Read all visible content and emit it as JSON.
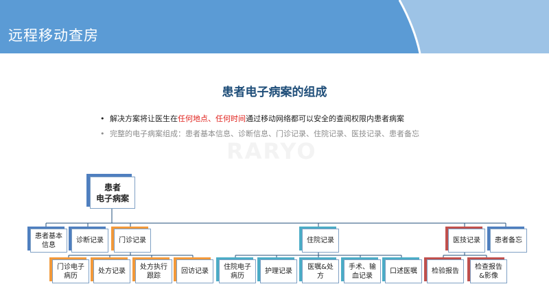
{
  "header": {
    "title": "远程移动查房",
    "colors": {
      "main": "#5b9bd5",
      "light": "#9dc3e6",
      "accent_white": "#ffffff"
    }
  },
  "slide": {
    "title": "患者电子病案的组成",
    "bullet_glyph": "•",
    "bullet1": {
      "part1": "解决方案将让医生在",
      "highlight1": "任何地点",
      "sep": "、",
      "highlight2": "任何时间",
      "part2": "通过移动网络都可以安全的查阅权限内患者病案"
    },
    "bullet2": "完整的电子病案组成：患者基本信息、诊断信息、门诊记录、住院记录、医技记录、患者备忘",
    "watermark": "RARYO"
  },
  "tree": {
    "root": "患者\n电子病案",
    "level1": [
      {
        "id": "basic",
        "label": "患者基本\n信息"
      },
      {
        "id": "diagnosis",
        "label": "诊断记录"
      },
      {
        "id": "outpatient",
        "label": "门诊记录"
      },
      {
        "id": "inpatient",
        "label": "住院记录"
      },
      {
        "id": "medtech",
        "label": "医技记录"
      },
      {
        "id": "memo",
        "label": "患者备忘"
      }
    ],
    "outpatient_children": [
      {
        "label": "门诊电子\n病历"
      },
      {
        "label": "处方记录"
      },
      {
        "label": "处方执行\n跟踪"
      },
      {
        "label": "回访记录"
      }
    ],
    "inpatient_children": [
      {
        "label": "住院电子\n病历"
      },
      {
        "label": "护理记录"
      },
      {
        "label": "医嘱&处\n方"
      },
      {
        "label": "手术、输\n血记录"
      },
      {
        "label": "口述医嘱"
      }
    ],
    "medtech_children": [
      {
        "label": "检验报告"
      },
      {
        "label": "检查报告\n&影像"
      }
    ],
    "colors": {
      "blue": "#4f7fbf",
      "orange": "#f2993a",
      "teal": "#4bacc6",
      "red": "#c0504d",
      "line": "#1f4e79"
    }
  }
}
